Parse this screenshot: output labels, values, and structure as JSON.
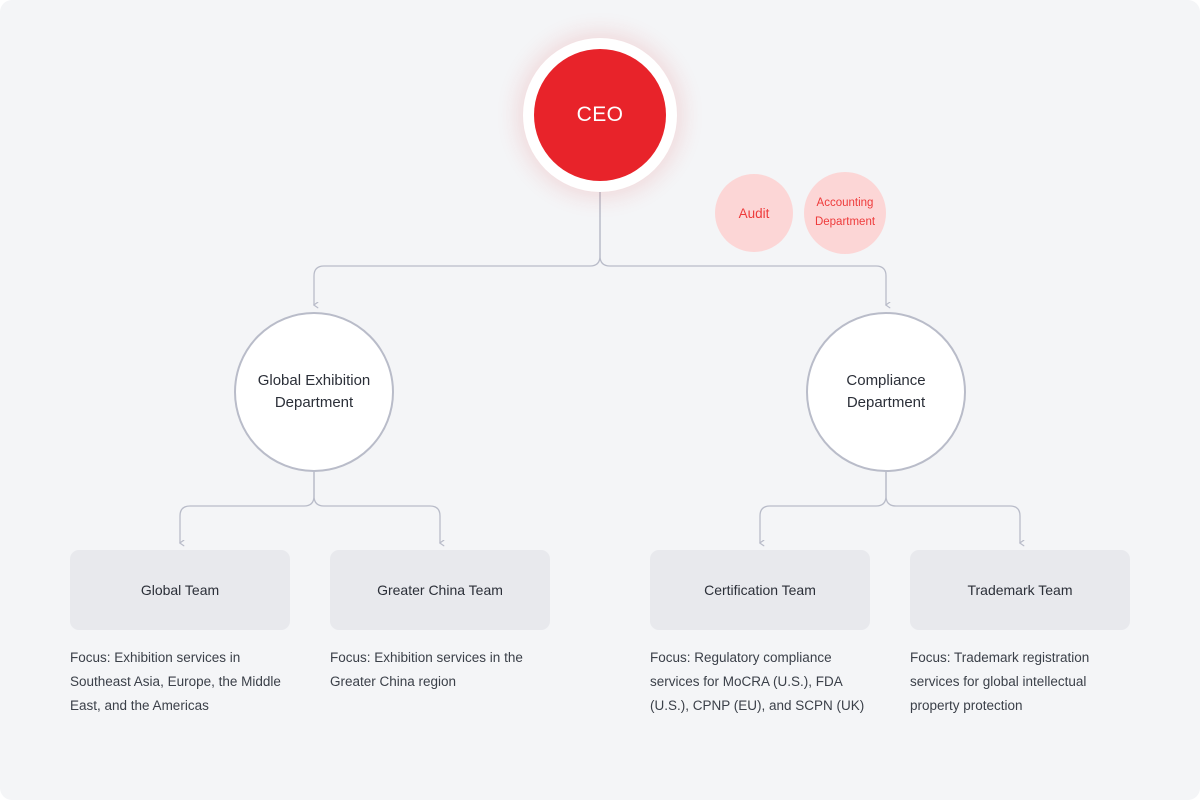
{
  "canvas": {
    "background_color": "#f4f5f7",
    "accent_color": "#e8232a",
    "satellite_fill_color": "#fcd6d6",
    "satellite_text_color": "#ee3b3b",
    "connector_color": "#b9bcc9",
    "box_fill_color": "#e8e9ed",
    "text_color": "#2b2f38"
  },
  "root": {
    "label": "CEO"
  },
  "satellites": [
    {
      "label": "Audit"
    },
    {
      "label": "Accounting Department"
    }
  ],
  "departments": [
    {
      "label": "Global Exhibition Department"
    },
    {
      "label": "Compliance Department"
    }
  ],
  "teams": [
    {
      "name": "Global Team",
      "description": "Focus: Exhibition services in Southeast Asia, Europe, the Middle East, and the Americas"
    },
    {
      "name": "Greater China Team",
      "description": "Focus: Exhibition services in the Greater China region"
    },
    {
      "name": "Certification Team",
      "description": "Focus: Regulatory compliance services for MoCRA (U.S.), FDA (U.S.), CPNP (EU), and SCPN (UK)"
    },
    {
      "name": "Trademark Team",
      "description": "Focus: Trademark registration services for global intellectual property protection"
    }
  ]
}
